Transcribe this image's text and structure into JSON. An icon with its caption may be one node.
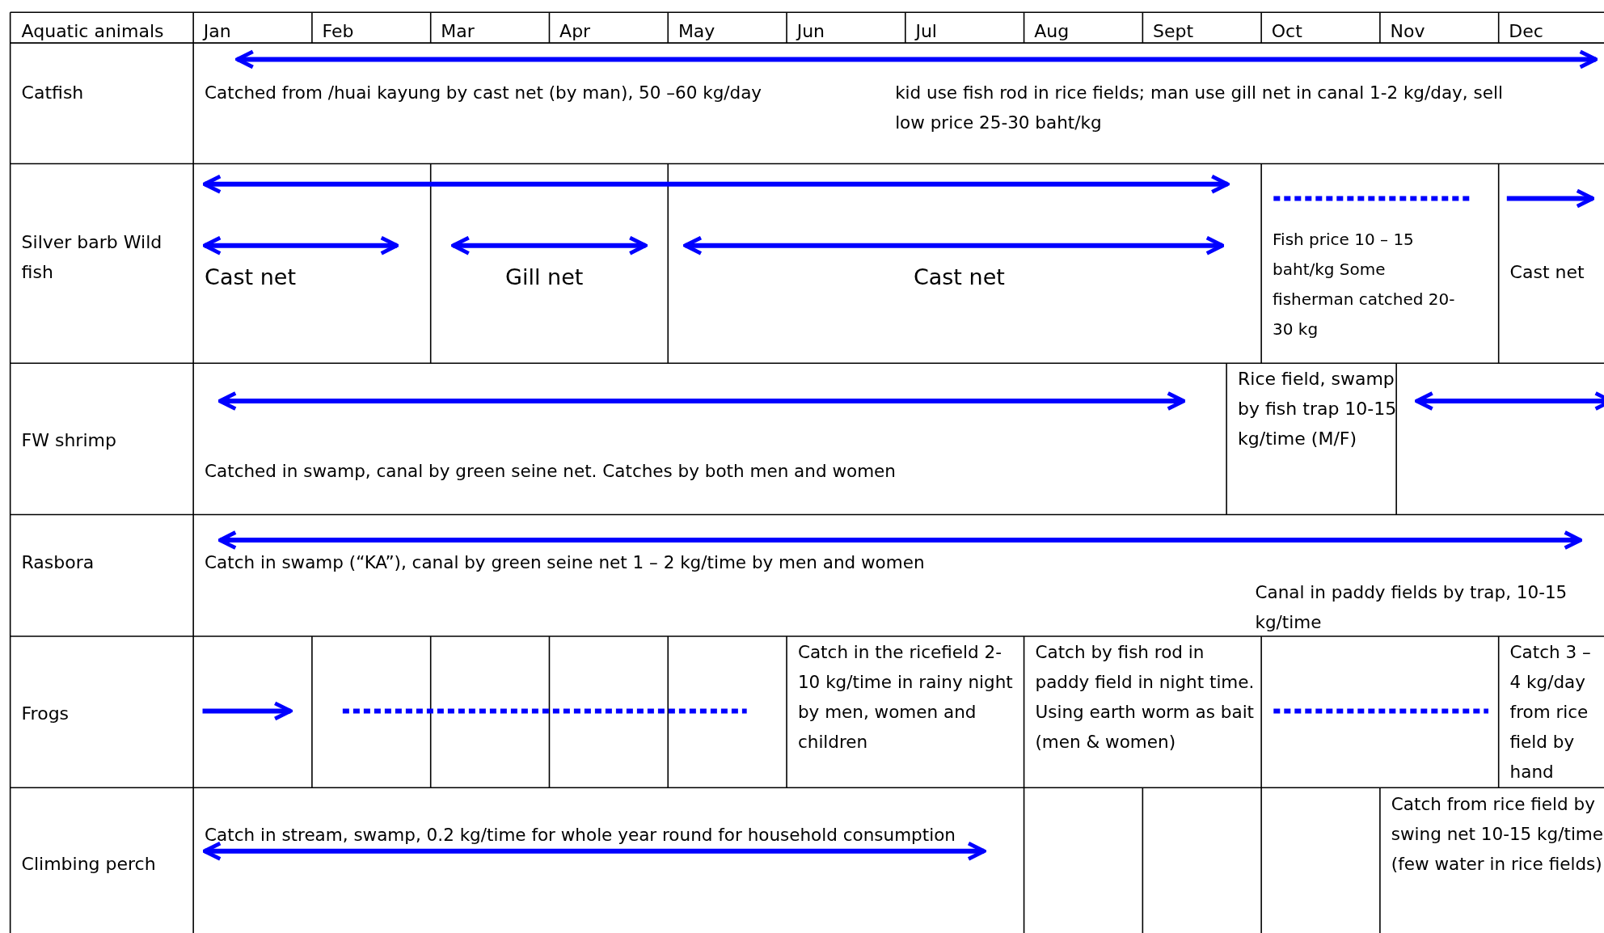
{
  "diagram": {
    "labels": [
      "Aquatic animals",
      "Jan",
      "Feb",
      "Mar",
      "Apr",
      "May",
      "Jun",
      "Jul",
      "Aug",
      "Sept",
      "Oct",
      "Nov",
      "Dec",
      "Catfish",
      "Catched from /huai kayung by cast net (by man), 50 –60 kg/day",
      "kid use fish rod in rice fields; man use gill net in canal 1-2 kg/day, sell low price 25-30 baht/kg",
      "Silver barb Wild fish",
      "Cast net",
      "Gill net",
      "Cast net",
      "Fish price 10 – 15 baht/kg Some fisherman catched 20-30 kg",
      "Cast net",
      "FW shrimp",
      "Catched in swamp, canal by green seine net.  Catches by both men and women",
      "Rice field, swamp by fish trap 10-15 kg/time (M/F)",
      "Rasbora",
      "Catch in swamp (“KA”), canal by green seine net 1 – 2 kg/time by men and women",
      "Canal in paddy fields by trap, 10-15 kg/time",
      "Frogs",
      "Catch in the ricefield 2-10 kg/time in rainy night by men, women and children",
      "Catch by fish rod in paddy field in night time.  Using earth worm as bait (men & women)",
      "Catch 3 – 4 kg/day from rice field by hand",
      "Climbing perch",
      "Catch in stream, swamp, 0.2 kg/time for whole year round for household consumption",
      "Catch from rice field by swing net 10-15 kg/time (few water in rice fields)"
    ]
  }
}
